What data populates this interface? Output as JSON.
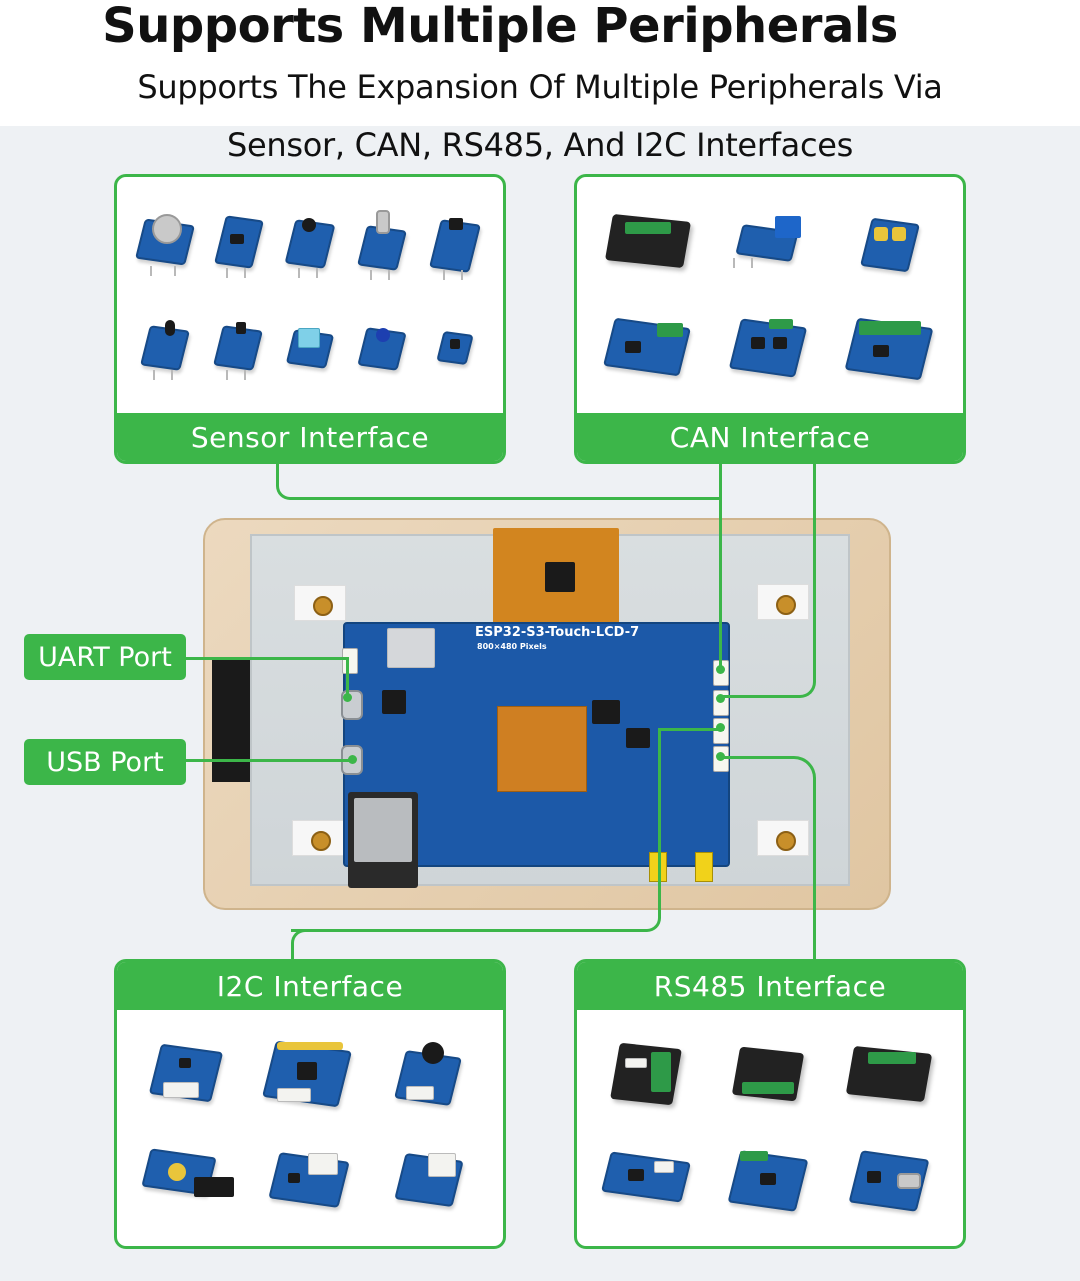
{
  "header": {
    "title": "Supports Multiple Peripherals",
    "subtitle_line1": "Supports The Expansion Of Multiple Peripherals Via",
    "subtitle_line2": "Sensor, CAN, RS485, And I2C Interfaces"
  },
  "interfaces": {
    "sensor": {
      "label": "Sensor Interface",
      "module_count": 10
    },
    "can": {
      "label": "CAN Interface",
      "module_count": 6
    },
    "i2c": {
      "label": "I2C Interface",
      "module_count": 6
    },
    "rs485": {
      "label": "RS485 Interface",
      "module_count": 6
    }
  },
  "ports": {
    "uart": "UART Port",
    "usb": "USB Port"
  },
  "board": {
    "name": "ESP32-S3-Touch-LCD-7",
    "resolution": "800×480 Pixels"
  },
  "colors": {
    "accent_green": "#3cb649",
    "board_blue": "#1c59a8",
    "background": "#eef1f4"
  }
}
